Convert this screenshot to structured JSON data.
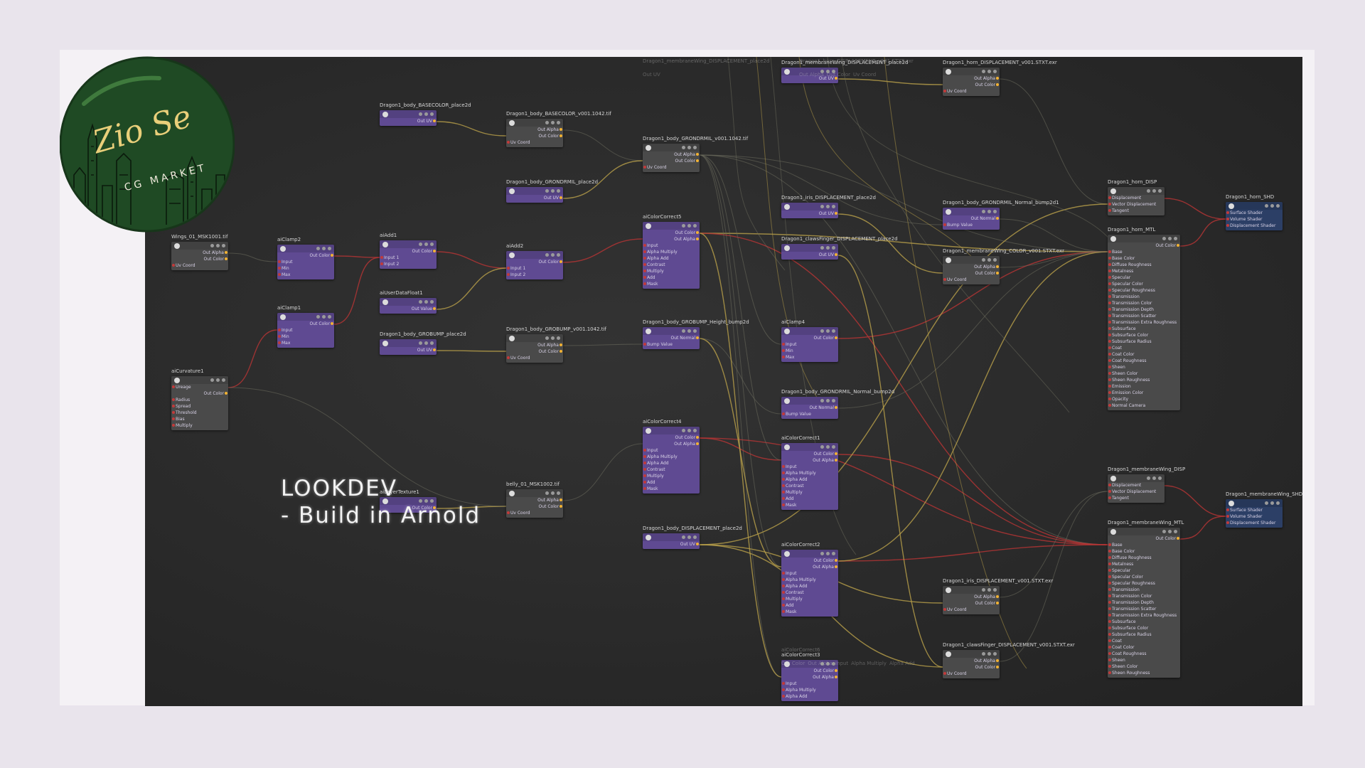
{
  "caption": {
    "line1": "LOOKDEV",
    "line2": "- Build in Arnold"
  },
  "logo": {
    "brand": "Zio Se",
    "tagline": "CG MARKET"
  },
  "nodes": [
    {
      "id": "n_basecolor_place",
      "title": "Dragon1_body_BASECOLOR_place2d",
      "color": "purple",
      "ports": [
        "Out UV"
      ]
    },
    {
      "id": "n_basecolor_tex",
      "title": "Dragon1_body_BASECOLOR_v001.1042.tif",
      "color": "gray",
      "ports": [
        "Out Alpha",
        "Out Color",
        "Uv Coord"
      ]
    },
    {
      "id": "n_grondrm_tex",
      "title": "Dragon1_body_GRONDRMIL_v001.1042.tif",
      "color": "gray",
      "ports": [
        "Out Alpha",
        "Out Color",
        "Uv Coord"
      ]
    },
    {
      "id": "n_grondrm_place",
      "title": "Dragon1_body_GRONDRMIL_place2d",
      "color": "purple",
      "ports": [
        "Out UV"
      ]
    },
    {
      "id": "n_wings_tex",
      "title": "Wings_01_MSK1001.tif",
      "color": "gray",
      "ports": [
        "Out Alpha",
        "Out Color",
        "Uv Coord"
      ]
    },
    {
      "id": "n_clamp2",
      "title": "aiClamp2",
      "color": "purple",
      "ports": [
        "Out Color",
        "Input",
        "Min",
        "Max"
      ]
    },
    {
      "id": "n_add1",
      "title": "aiAdd1",
      "color": "purple",
      "ports": [
        "Out Color",
        "Input 1",
        "Input 2"
      ]
    },
    {
      "id": "n_add2",
      "title": "aiAdd2",
      "color": "purple",
      "ports": [
        "Out Color",
        "Input 1",
        "Input 2"
      ]
    },
    {
      "id": "n_userdata",
      "title": "aiUserDataFloat1",
      "color": "purple",
      "ports": [
        "Out Value"
      ]
    },
    {
      "id": "n_clamp1",
      "title": "aiClamp1",
      "color": "purple",
      "ports": [
        "Out Color",
        "Input",
        "Min",
        "Max"
      ]
    },
    {
      "id": "n_curvature",
      "title": "aiCurvature1",
      "color": "gray",
      "ports": [
        "Ureage",
        "Out Color",
        "Radius",
        "Spread",
        "Threshold",
        "Bias",
        "Multiply"
      ]
    },
    {
      "id": "n_grobump_place",
      "title": "Dragon1_body_GROBUMP_place2d",
      "color": "purple",
      "ports": [
        "Out UV"
      ]
    },
    {
      "id": "n_grobump_tex",
      "title": "Dragon1_body_GROBUMP_v001.1042.tif",
      "color": "gray",
      "ports": [
        "Out Alpha",
        "Out Color",
        "Uv Coord"
      ]
    },
    {
      "id": "n_grobump_bump",
      "title": "Dragon1_body_GROBUMP_Height_bump2d",
      "color": "purple",
      "ports": [
        "Out Normal",
        "Bump Value"
      ]
    },
    {
      "id": "n_cc5",
      "title": "aiColorCorrect5",
      "color": "purple",
      "ports": [
        "Out Color",
        "Out Alpha",
        "Input",
        "Alpha Multiply",
        "Alpha Add",
        "Contrast",
        "Multiply",
        "Add",
        "Mask"
      ]
    },
    {
      "id": "n_cc4",
      "title": "aiColorCorrect4",
      "color": "purple",
      "ports": [
        "Out Color",
        "Out Alpha",
        "Input",
        "Alpha Multiply",
        "Alpha Add",
        "Contrast",
        "Multiply",
        "Add",
        "Mask"
      ]
    },
    {
      "id": "n_belly_tex",
      "title": "belly_01_MSK1002.tif",
      "color": "gray",
      "ports": [
        "Out Alpha",
        "Out Color",
        "Uv Coord"
      ]
    },
    {
      "id": "n_layer",
      "title": "aiLayerTexture1",
      "color": "purple",
      "ports": [
        "Out Color"
      ]
    },
    {
      "id": "n_disp_place",
      "title": "Dragon1_body_DISPLACEMENT_place2d",
      "color": "purple",
      "ports": [
        "Out UV"
      ]
    },
    {
      "id": "n_membrane_disp_place",
      "title": "Dragon1_membraneWing_DISPLACEMENT_place2d",
      "color": "purple",
      "ports": [
        "Out UV"
      ]
    },
    {
      "id": "n_horn_disp_tex",
      "title": "Dragon1_horn_DISPLACEMENT_v001.STXT.exr",
      "color": "gray",
      "ports": [
        "Out Alpha",
        "Out Color",
        "Uv Coord"
      ]
    },
    {
      "id": "n_iris_disp_place",
      "title": "Dragon1_iris_DISPLACEMENT_place2d",
      "color": "purple",
      "ports": [
        "Out UV"
      ]
    },
    {
      "id": "n_claw_disp_place",
      "title": "Dragon1_clawsFinger_DISPLACEMENT_place2d",
      "color": "purple",
      "ports": [
        "Out UV"
      ]
    },
    {
      "id": "n_grond_normal",
      "title": "Dragon1_body_GRONDRMIL_Normal_bump2d1",
      "color": "purple",
      "ports": [
        "Out Normal",
        "Bump Value"
      ]
    },
    {
      "id": "n_membrane_color_tex",
      "title": "Dragon1_membraneWing_COLOR_v001.STXT.exr",
      "color": "gray",
      "ports": [
        "Out Alpha",
        "Out Color",
        "Uv Coord"
      ]
    },
    {
      "id": "n_clamp4",
      "title": "aiClamp4",
      "color": "purple",
      "ports": [
        "Out Color",
        "Input",
        "Min",
        "Max"
      ]
    },
    {
      "id": "n_grond_normal2",
      "title": "Dragon1_body_GRONDRMIL_Normal_bump2d",
      "color": "purple",
      "ports": [
        "Out Normal",
        "Bump Value"
      ]
    },
    {
      "id": "n_cc1",
      "title": "aiColorCorrect1",
      "color": "purple",
      "ports": [
        "Out Color",
        "Out Alpha",
        "Input",
        "Alpha Multiply",
        "Alpha Add",
        "Contrast",
        "Multiply",
        "Add",
        "Mask"
      ]
    },
    {
      "id": "n_cc2",
      "title": "aiColorCorrect2",
      "color": "purple",
      "ports": [
        "Out Color",
        "Out Alpha",
        "Input",
        "Alpha Multiply",
        "Alpha Add",
        "Contrast",
        "Multiply",
        "Add",
        "Mask"
      ]
    },
    {
      "id": "n_cc3",
      "title": "aiColorCorrect3",
      "color": "purple",
      "ports": [
        "Out Color",
        "Out Alpha",
        "Input",
        "Alpha Multiply",
        "Alpha Add"
      ]
    },
    {
      "id": "n_iris_disp_tex",
      "title": "Dragon1_iris_DISPLACEMENT_v001.STXT.exr",
      "color": "gray",
      "ports": [
        "Out Alpha",
        "Out Color",
        "Uv Coord"
      ]
    },
    {
      "id": "n_claw_disp_tex",
      "title": "Dragon1_clawsFinger_DISPLACEMENT_v001.STXT.exr",
      "color": "gray",
      "ports": [
        "Out Alpha",
        "Out Color",
        "Uv Coord"
      ]
    },
    {
      "id": "n_horn_disp",
      "title": "Dragon1_horn_DISP",
      "color": "gray",
      "ports": [
        "Displacement",
        "Vector Displacement",
        "Tangent"
      ]
    },
    {
      "id": "n_horn_mtl",
      "title": "Dragon1_horn_MTL",
      "color": "gray",
      "ports": [
        "Out Color",
        "Base",
        "Base Color",
        "Diffuse Roughness",
        "Metalness",
        "Specular",
        "Specular Color",
        "Specular Roughness",
        "Transmission",
        "Transmission Color",
        "Transmission Depth",
        "Transmission Scatter",
        "Transmission Extra Roughness",
        "Subsurface",
        "Subsurface Color",
        "Subsurface Radius",
        "Coat",
        "Coat Color",
        "Coat Roughness",
        "Sheen",
        "Sheen Color",
        "Sheen Roughness",
        "Emission",
        "Emission Color",
        "Opacity",
        "Normal Camera"
      ]
    },
    {
      "id": "n_horn_sg",
      "title": "Dragon1_horn_SHD",
      "color": "blue",
      "ports": [
        "Surface Shader",
        "Volume Shader",
        "Displacement Shader"
      ]
    },
    {
      "id": "n_membrane_disp",
      "title": "Dragon1_membraneWing_DISP",
      "color": "gray",
      "ports": [
        "Displacement",
        "Vector Displacement",
        "Tangent"
      ]
    },
    {
      "id": "n_membrane_mtl",
      "title": "Dragon1_membraneWing_MTL",
      "color": "gray",
      "ports": [
        "Out Color",
        "Base",
        "Base Color",
        "Diffuse Roughness",
        "Metalness",
        "Specular",
        "Specular Color",
        "Specular Roughness",
        "Transmission",
        "Transmission Color",
        "Transmission Depth",
        "Transmission Scatter",
        "Transmission Extra Roughness",
        "Subsurface",
        "Subsurface Color",
        "Subsurface Radius",
        "Coat",
        "Coat Color",
        "Coat Roughness",
        "Sheen",
        "Sheen Color",
        "Sheen Roughness"
      ]
    },
    {
      "id": "n_membrane_sg",
      "title": "Dragon1_membraneWing_SHD",
      "color": "blue",
      "ports": [
        "Surface Shader",
        "Volume Shader",
        "Displacement Shader"
      ]
    },
    {
      "id": "n_top_place",
      "title": "Dragon1_membraneWing_DISPLACEMENT_place2d",
      "color": "purple",
      "ports": [
        "Out UV"
      ]
    },
    {
      "id": "n_top_tex",
      "title": "Dragon1_horn_DISPLACEMENT_v001.STXT.exr",
      "color": "gray",
      "ports": [
        "Out Alpha",
        "Out Color",
        "Uv Coord"
      ]
    },
    {
      "id": "n_cc6",
      "title": "aiColorCorrect6",
      "color": "purple",
      "ports": [
        "Out Color",
        "Out Alpha",
        "Input",
        "Alpha Multiply",
        "Alpha Add"
      ]
    }
  ],
  "colors": {
    "panel_bg": "#2a2a2a",
    "node_purple": "#5f4a92",
    "node_gray": "#4a4a4a",
    "node_blue": "#2c3f66",
    "wire_yellow": "#b9a04a",
    "wire_red": "#b83535",
    "wire_gray": "#6e6e5e",
    "logo_green": "#1f4a24",
    "logo_gold": "#e9cf7a"
  }
}
